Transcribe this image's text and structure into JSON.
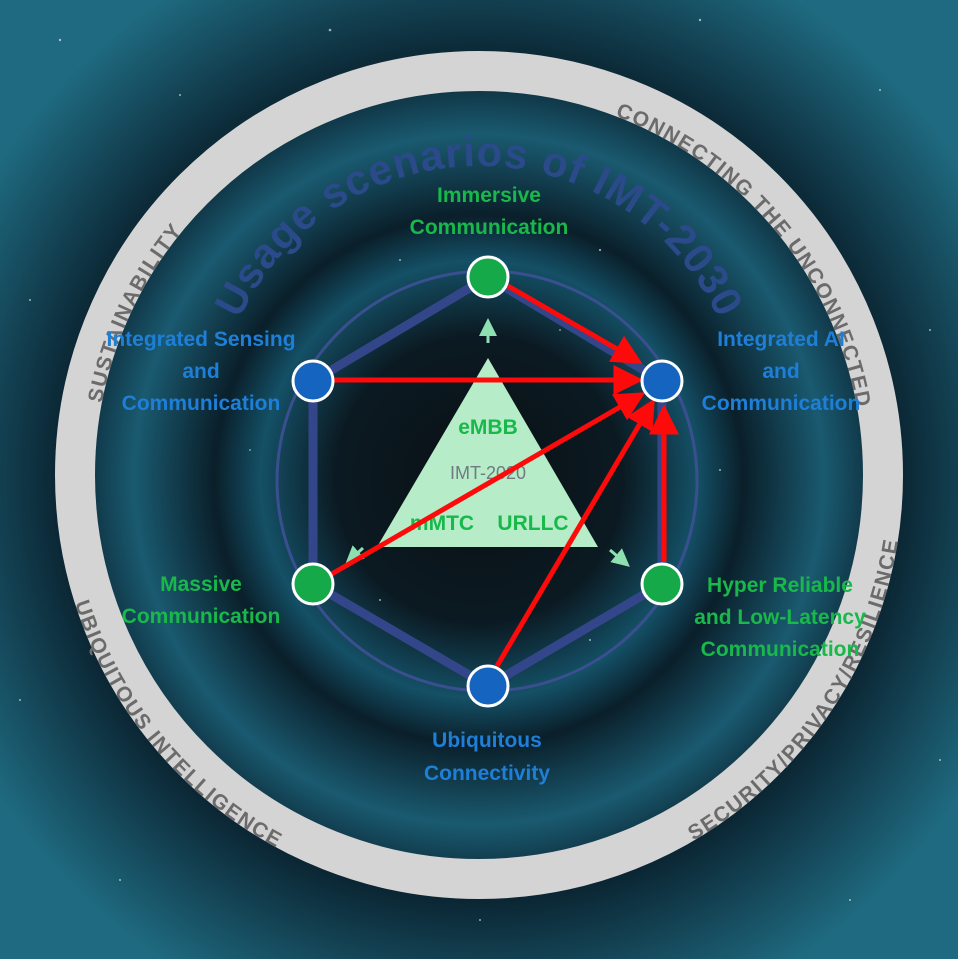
{
  "title": "Usage scenarios of IMT-2030",
  "ring_labels": {
    "top_left": "SUSTAINABILITY",
    "top_right": "CONNECTING THE UNCONNECTED",
    "bottom_left": "UBIQUITOUS INTELLIGENCE",
    "bottom_right": "SECURITY/PRIVACY/RESILIENCE"
  },
  "scenarios": {
    "immersive": [
      "Immersive",
      "Communication"
    ],
    "isac": [
      "Integrated Sensing",
      "and",
      "Communication"
    ],
    "ai": [
      "Integrated AI",
      "and",
      "Communication"
    ],
    "massive": [
      "Massive",
      "Communication"
    ],
    "hrllc": [
      "Hyper Reliable",
      "and Low-Latency",
      "Communication"
    ],
    "ubiquitous": [
      "Ubiquitous",
      "Connectivity"
    ]
  },
  "triangle": {
    "top": "eMBB",
    "center": "IMT-2020",
    "bottom_left": "mMTC",
    "bottom_right": "URLLC"
  },
  "colors": {
    "green_text": "#18b84a",
    "blue_text": "#1e7fd8",
    "green_node": "#16a94a",
    "blue_node": "#1565c0",
    "arrow": "#ff0a0a",
    "ring": "#d4d4d4",
    "ring_text": "#6b6b6b",
    "title": "#2a4a8a",
    "triangle_fill": "#b6ecc8"
  }
}
